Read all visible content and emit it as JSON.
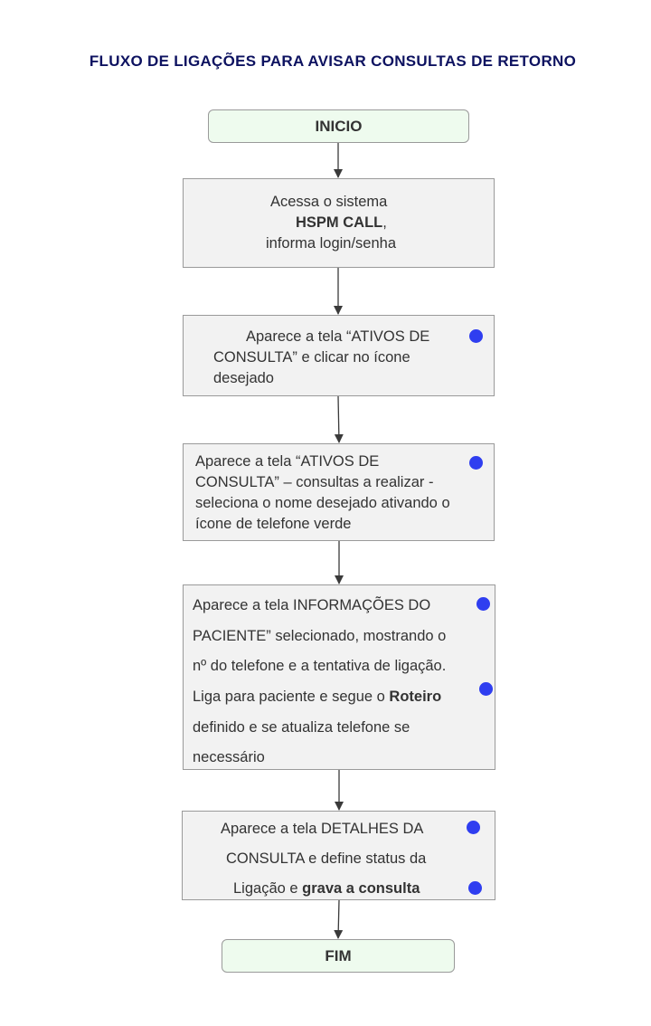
{
  "title": "FLUXO DE LIGAÇÕES PARA AVISAR CONSULTAS DE RETORNO",
  "start": "INICIO",
  "end": "FIM",
  "steps": [
    {
      "lines": [
        {
          "pre": "Acessa o sistema"
        },
        {
          "bold": "HSPM CALL",
          "post": ","
        },
        {
          "pre": "informa login/senha"
        }
      ]
    },
    {
      "lines": [
        {
          "pre": "Aparece a tela   “ATIVOS DE"
        },
        {
          "pre": "CONSULTA” e clicar no ícone"
        },
        {
          "pre": "desejado"
        }
      ]
    },
    {
      "lines": [
        {
          "pre": "Aparece   a tela    “ATIVOS DE"
        },
        {
          "pre": "CONSULTA” – consultas a realizar -"
        },
        {
          "pre": "seleciona o nome desejado ativando o"
        },
        {
          "pre": "ícone  de telefone verde"
        }
      ]
    },
    {
      "lines": [
        {
          "pre": "Aparece a tela INFORMAÇÕES DO"
        },
        {
          "pre": "PACIENTE”  selecionado, mostrando o"
        },
        {
          "pre": "nº do telefone e a tentativa  de ligação."
        },
        {
          "pre": "Liga para paciente  e segue o ",
          "bold": "Roteiro"
        },
        {
          "pre": "definido e se atualiza  telefone se"
        },
        {
          "pre": "necessário"
        }
      ]
    },
    {
      "lines": [
        {
          "pre": "Aparece a tela  DETALHES DA"
        },
        {
          "pre": "CONSULTA e define status da"
        },
        {
          "pre": "Ligação e ",
          "bold": "grava a consulta"
        }
      ]
    }
  ],
  "colors": {
    "title": "#0d1260",
    "terminal_fill": "#eefbee",
    "box_fill": "#f2f2f2",
    "marker": "#2f3ef0"
  }
}
